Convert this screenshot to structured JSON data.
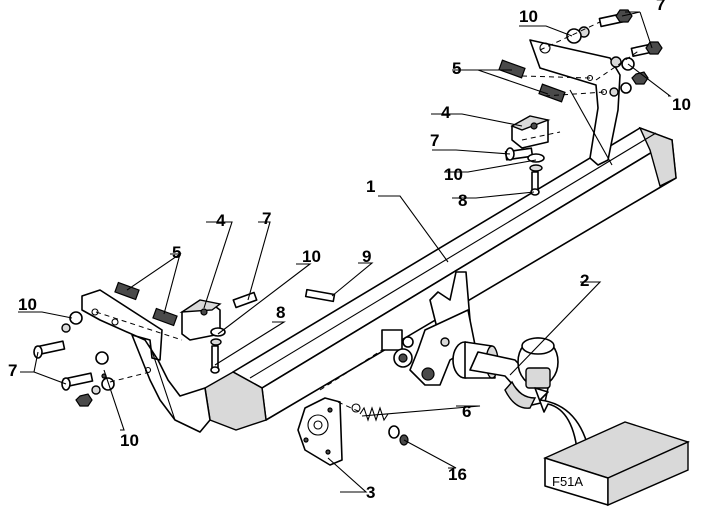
{
  "labels": {
    "part1": "1",
    "part2": "2",
    "part3": "3",
    "part4_top": "4",
    "part4_left": "4",
    "part5_top": "5",
    "part5_left": "5",
    "part6": "6",
    "part7_topright": "7",
    "part7_mid": "7",
    "part7_leftup": "7",
    "part7_left": "7",
    "part8_top": "8",
    "part8_left": "8",
    "part9": "9",
    "part10_topleft": "10",
    "part10_right": "10",
    "part10_mid": "10",
    "part10_leftup": "10",
    "part10_left": "10",
    "part10_bottom": "10",
    "part16": "16"
  },
  "box_label": "F51A"
}
